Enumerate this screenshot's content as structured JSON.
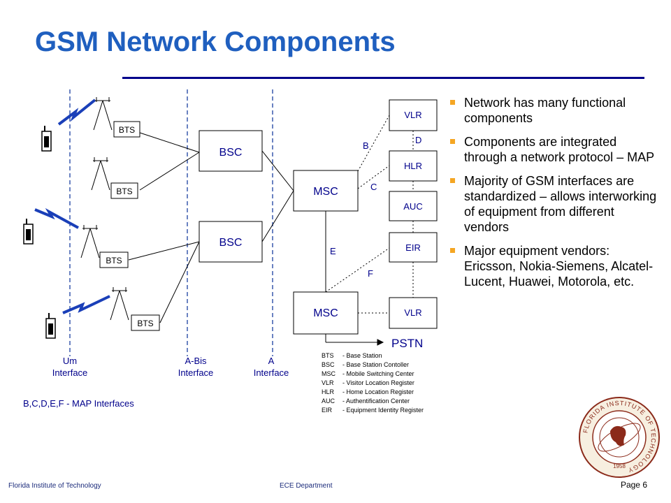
{
  "slide": {
    "title": "GSM Network Components",
    "bullets": [
      "Network has many functional components",
      "Components are integrated through a network protocol – MAP",
      "Majority of GSM interfaces are standardized – allows interworking of equipment from different vendors",
      "Major equipment vendors: Ericsson, Nokia-Siemens, Alcatel-Lucent, Huawei, Motorola, etc."
    ]
  },
  "diagram": {
    "bts_label": "BTS",
    "bsc_label": "BSC",
    "msc_label": "MSC",
    "vlr_label": "VLR",
    "hlr_label": "HLR",
    "auc_label": "AUC",
    "eir_label": "EIR",
    "pstn_label": "PSTN",
    "iface_b": "B",
    "iface_c": "C",
    "iface_d": "D",
    "iface_e": "E",
    "iface_f": "F",
    "um_line1": "Um",
    "um_line2": "Interface",
    "abis_line1": "A-Bis",
    "abis_line2": "Interface",
    "a_line1": "A",
    "a_line2": "Interface",
    "map_interfaces": "B,C,D,E,F - MAP Interfaces",
    "legend": [
      {
        "abbr": "BTS",
        "desc": "- Base Station"
      },
      {
        "abbr": "BSC",
        "desc": "- Base Station Contoller"
      },
      {
        "abbr": "MSC",
        "desc": "- Mobile Switching Center"
      },
      {
        "abbr": "VLR",
        "desc": "- Visitor Location Register"
      },
      {
        "abbr": "HLR",
        "desc": "- Home Location Register"
      },
      {
        "abbr": "AUC",
        "desc": "- Authentification Center"
      },
      {
        "abbr": "EIR",
        "desc": "- Equipment Identity Register"
      }
    ]
  },
  "footer": {
    "left": "Florida Institute of Technology",
    "center": "ECE Department",
    "page": "Page 6"
  },
  "seal": {
    "text": "FLORIDA INSTITUTE OF TECHNOLOGY",
    "year": "1958"
  },
  "colors": {
    "title": "#1f5fbf",
    "rule": "#00008b",
    "bullet": "#f5a623",
    "network_text": "#00008b",
    "seal": "#8b2a1a"
  }
}
